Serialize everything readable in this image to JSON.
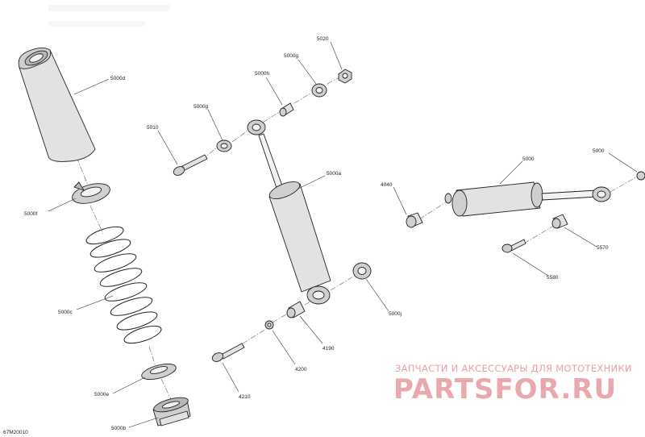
{
  "diagram": {
    "drawing_number": "67M20010",
    "callouts": {
      "p5000d": "5000d",
      "p5000f": "5000f",
      "p5000c": "5000c",
      "p5000e": "5000e",
      "p5000b": "5000b",
      "p5020": "5020",
      "p5000g_top": "5000g",
      "p5000h": "5000h",
      "p5000g_left": "5000g",
      "p5010": "5010",
      "p5000a": "5000a",
      "p5000j": "5000j",
      "p4190": "4190",
      "p4200": "4200",
      "p4210": "4210",
      "p4040": "4040",
      "p5000_center": "5000",
      "p5000_right": "5000",
      "p5570": "5570",
      "p5580": "5580"
    }
  },
  "watermark": {
    "tagline": "ЗАПЧАСТИ И АКСЕССУАРЫ ДЛЯ МОТОТЕХНИКИ",
    "logo": "PARTSFOR.RU",
    "color": "#e8a8ae"
  }
}
